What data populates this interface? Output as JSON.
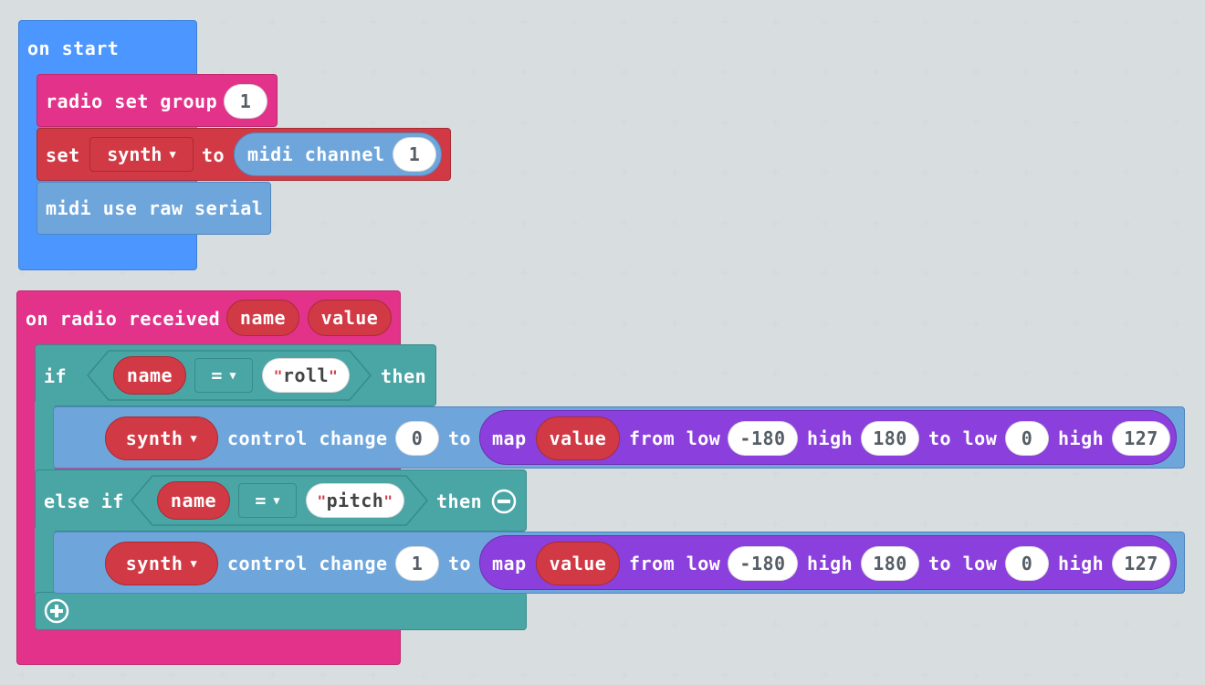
{
  "colors": {
    "events": "#4c97ff",
    "radio": "#e3328a",
    "variables": "#d13a45",
    "logic": "#4aa5a5",
    "midi": "#6ea6dc",
    "math": "#8b3fdc"
  },
  "on_start": {
    "label": "on start",
    "radio_set_group": {
      "label": "radio set group",
      "value": "1"
    },
    "set_block": {
      "set_label": "set",
      "variable": "synth",
      "to_label": "to",
      "midi_channel_label": "midi channel",
      "channel_value": "1"
    },
    "midi_raw_serial": {
      "label": "midi use raw serial"
    }
  },
  "on_radio_received": {
    "label": "on radio received",
    "param_name": "name",
    "param_value": "value",
    "if_block": {
      "if_label": "if",
      "then_label": "then",
      "else_if_label": "else if",
      "cond1": {
        "left": "name",
        "op": "=",
        "right": "roll"
      },
      "cond2": {
        "left": "name",
        "op": "=",
        "right": "pitch"
      },
      "icons": {
        "remove": "minus-circle-icon",
        "add": "plus-circle-icon"
      }
    },
    "control_changes": [
      {
        "synth": "synth",
        "label": "control change",
        "cc": "0",
        "to": "to",
        "map_label": "map",
        "map_value": "value",
        "from_low_label": "from low",
        "from_low": "-180",
        "high_label": "high",
        "from_high": "180",
        "to_low_label": "to low",
        "to_low": "0",
        "high2_label": "high",
        "to_high": "127"
      },
      {
        "synth": "synth",
        "label": "control change",
        "cc": "1",
        "to": "to",
        "map_label": "map",
        "map_value": "value",
        "from_low_label": "from low",
        "from_low": "-180",
        "high_label": "high",
        "from_high": "180",
        "to_low_label": "to low",
        "to_low": "0",
        "high2_label": "high",
        "to_high": "127"
      }
    ]
  }
}
